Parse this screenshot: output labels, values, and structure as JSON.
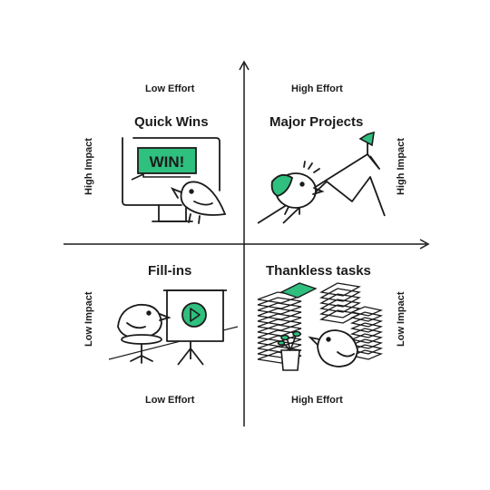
{
  "axis_labels": {
    "top_left_effort": "Low Effort",
    "top_right_effort": "High Effort",
    "bottom_left_effort": "Low Effort",
    "bottom_right_effort": "High Effort",
    "top_left_impact": "High Impact",
    "top_right_impact": "High Impact",
    "bottom_left_impact": "Low Impact",
    "bottom_right_impact": "Low Impact"
  },
  "quadrants": {
    "quick_wins": {
      "title": "Quick Wins",
      "sign_text": "WIN!"
    },
    "major_projects": {
      "title": "Major Projects"
    },
    "fill_ins": {
      "title": "Fill-ins"
    },
    "thankless_tasks": {
      "title": "Thankless tasks"
    }
  },
  "colors": {
    "ink": "#1b1b1b",
    "accent": "#2fbf7e",
    "background": "#ffffff"
  },
  "icons": [
    "arrow-up-icon",
    "arrow-right-icon",
    "monitor-icon",
    "bird-icon",
    "mountain-icon",
    "flag-icon",
    "projector-screen-icon",
    "play-icon",
    "paper-stack-icon",
    "plant-pot-icon"
  ]
}
